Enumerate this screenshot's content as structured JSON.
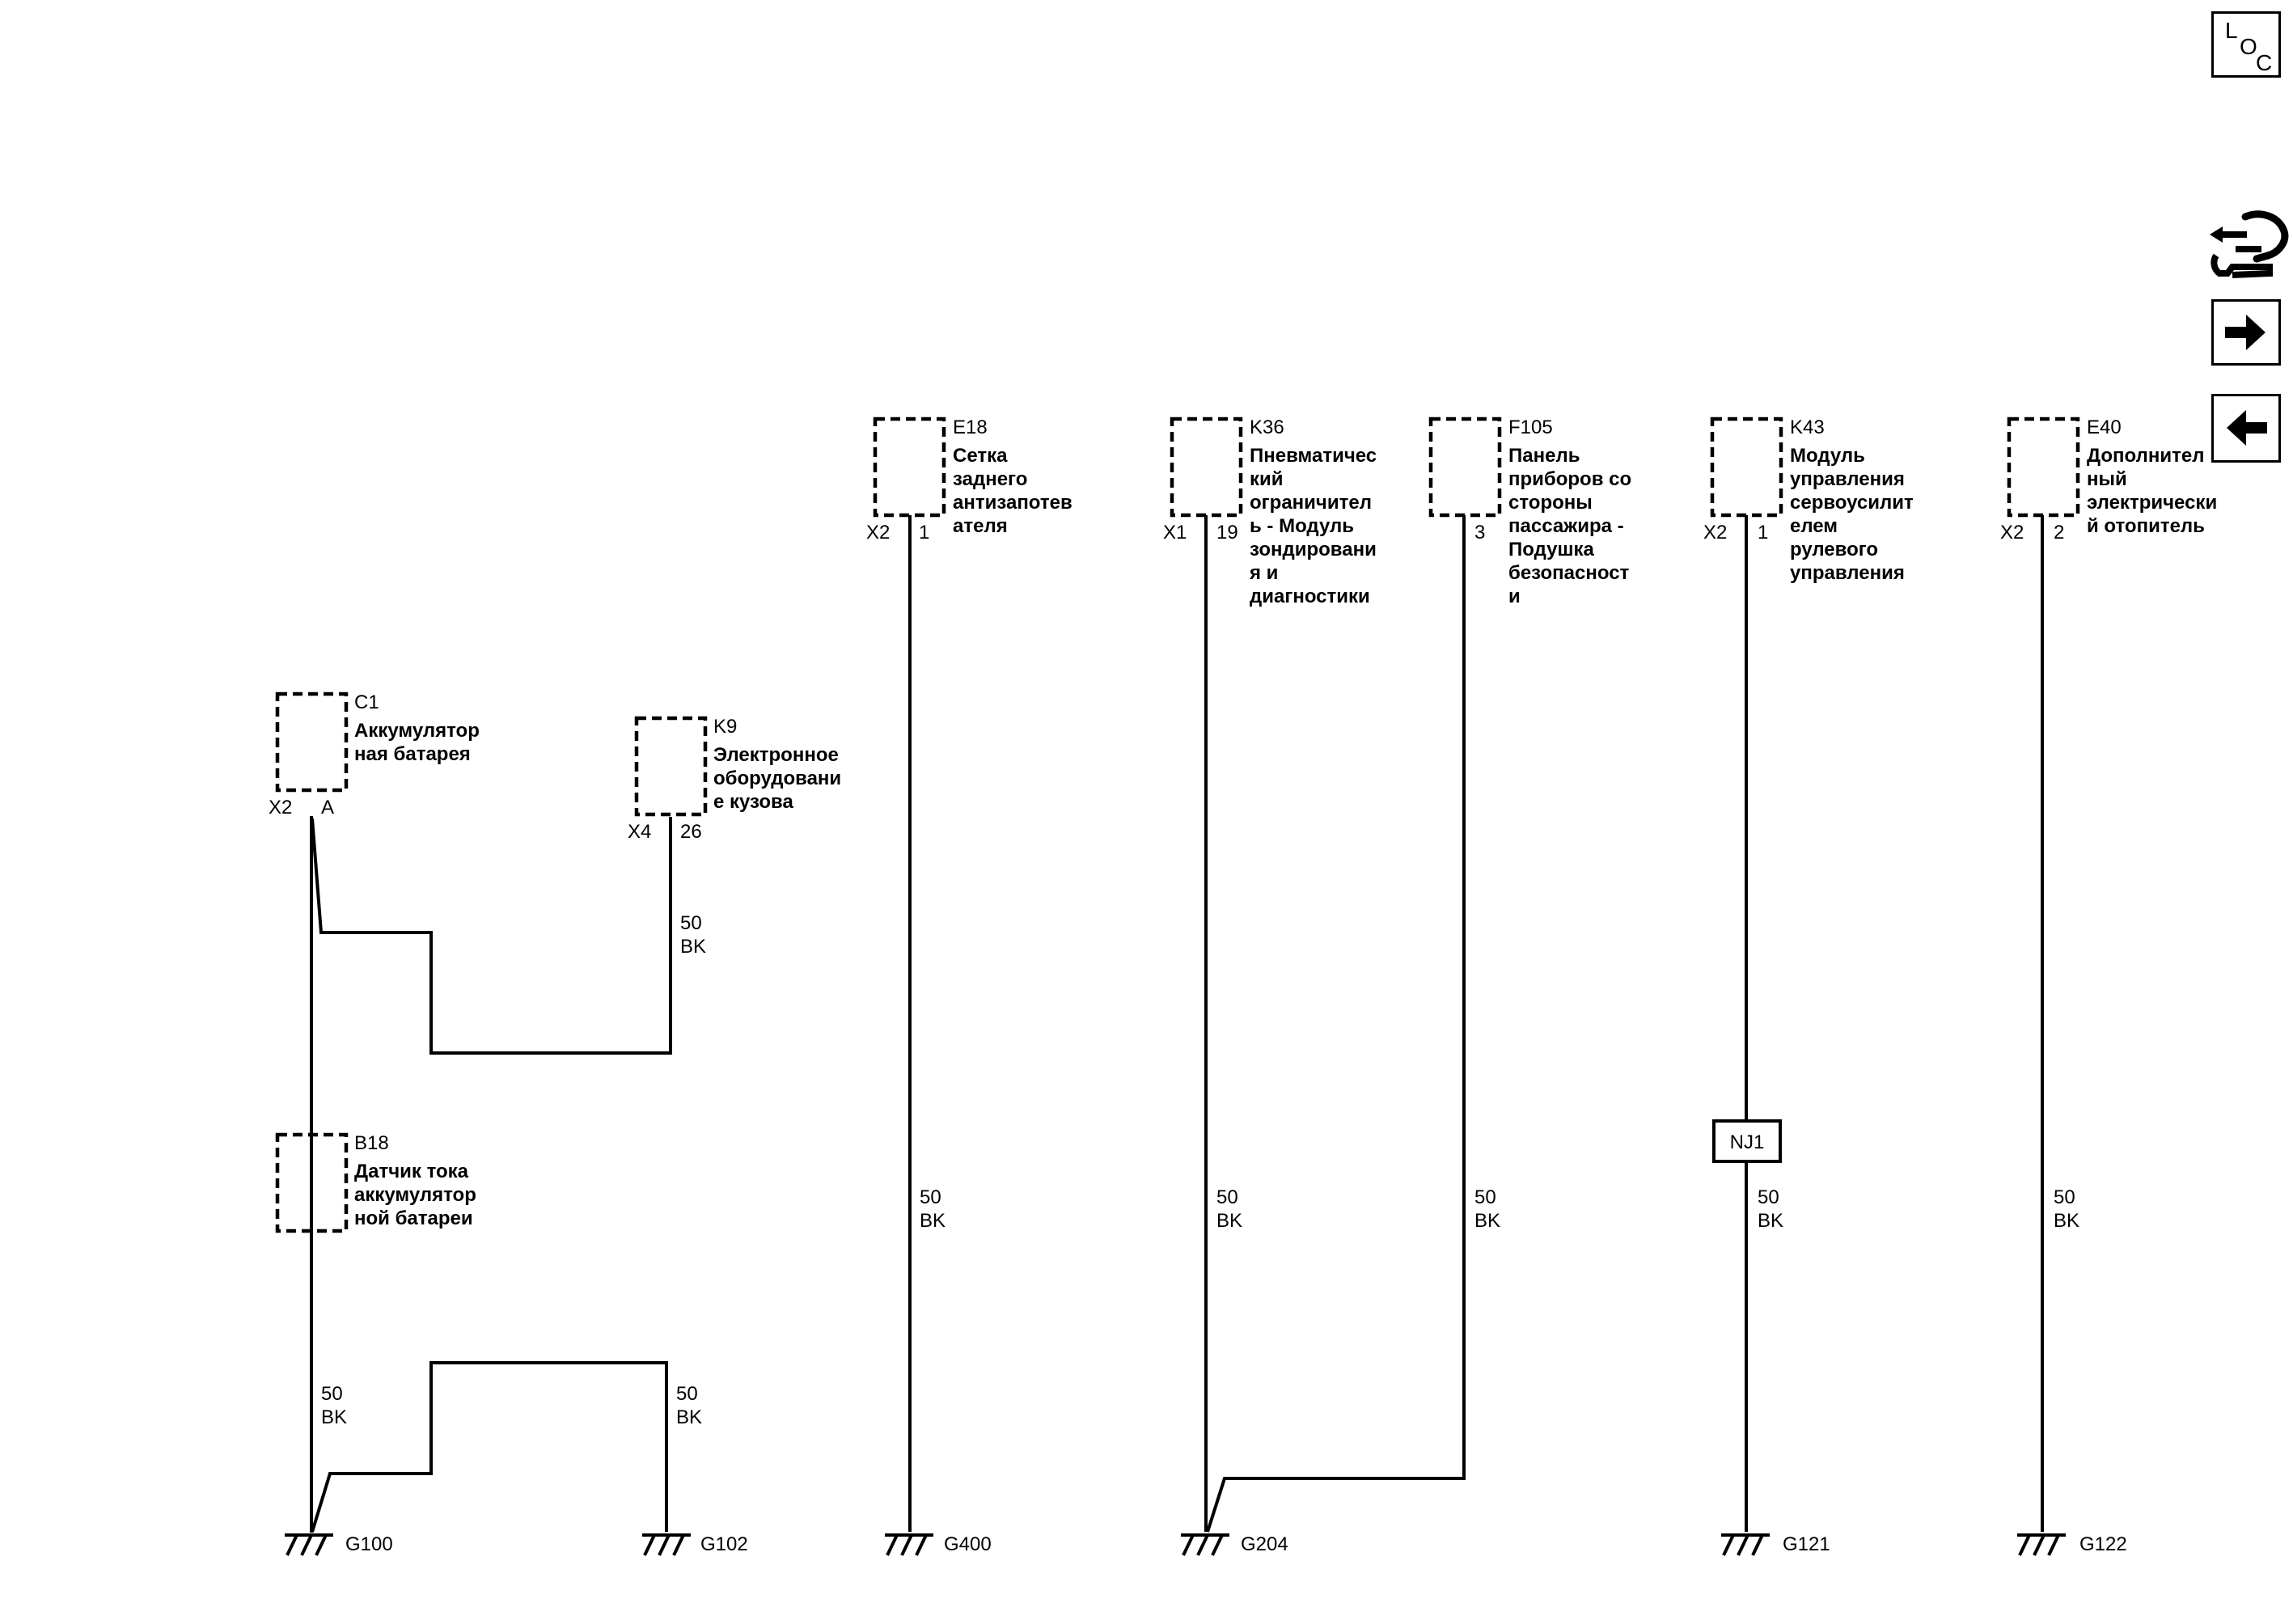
{
  "loc_label": [
    "L",
    "O",
    "C"
  ],
  "components": [
    {
      "ref": "C1",
      "name_lines": [
        "Аккумулятор",
        "ная батарея"
      ],
      "connector": "X2",
      "pin": "A"
    },
    {
      "ref": "K9",
      "name_lines": [
        "Электронное",
        "оборудовани",
        "е кузова"
      ],
      "connector": "X4",
      "pin": "26"
    },
    {
      "ref": "B18",
      "name_lines": [
        "Датчик тока",
        "аккумулятор",
        "ной батареи"
      ],
      "connector": "",
      "pin": ""
    },
    {
      "ref": "E18",
      "name_lines": [
        "Сетка",
        "заднего",
        "антизапотев",
        "ателя"
      ],
      "connector": "X2",
      "pin": "1"
    },
    {
      "ref": "K36",
      "name_lines": [
        "Пневматичес",
        "кий",
        "ограничител",
        "ь - Модуль",
        "зондировани",
        "я и",
        "диагностики"
      ],
      "connector": "X1",
      "pin": "19"
    },
    {
      "ref": "F105",
      "name_lines": [
        "Панель",
        "приборов со",
        "стороны",
        "пассажира -",
        "Подушка",
        "безопасност",
        "и"
      ],
      "connector": "",
      "pin": "3"
    },
    {
      "ref": "K43",
      "name_lines": [
        "Модуль",
        "управления",
        "сервоусилит",
        "елем",
        "рулевого",
        "управления"
      ],
      "connector": "X2",
      "pin": "1"
    },
    {
      "ref": "E40",
      "name_lines": [
        "Дополнител",
        "ный",
        "электрически",
        "й отопитель"
      ],
      "connector": "X2",
      "pin": "2"
    }
  ],
  "wire_labels": [
    {
      "id": "k9",
      "size": "50",
      "color": "BK"
    },
    {
      "id": "g100",
      "size": "50",
      "color": "BK"
    },
    {
      "id": "g102",
      "size": "50",
      "color": "BK"
    },
    {
      "id": "e18",
      "size": "50",
      "color": "BK"
    },
    {
      "id": "k36",
      "size": "50",
      "color": "BK"
    },
    {
      "id": "f105",
      "size": "50",
      "color": "BK"
    },
    {
      "id": "k43",
      "size": "50",
      "color": "BK"
    },
    {
      "id": "e40",
      "size": "50",
      "color": "BK"
    }
  ],
  "splice": {
    "label": "NJ1"
  },
  "grounds": [
    "G100",
    "G102",
    "G400",
    "G204",
    "G121",
    "G122"
  ],
  "icons": [
    "loc-icon",
    "wiring-harness-icon",
    "arrow-right-icon",
    "arrow-left-icon"
  ]
}
